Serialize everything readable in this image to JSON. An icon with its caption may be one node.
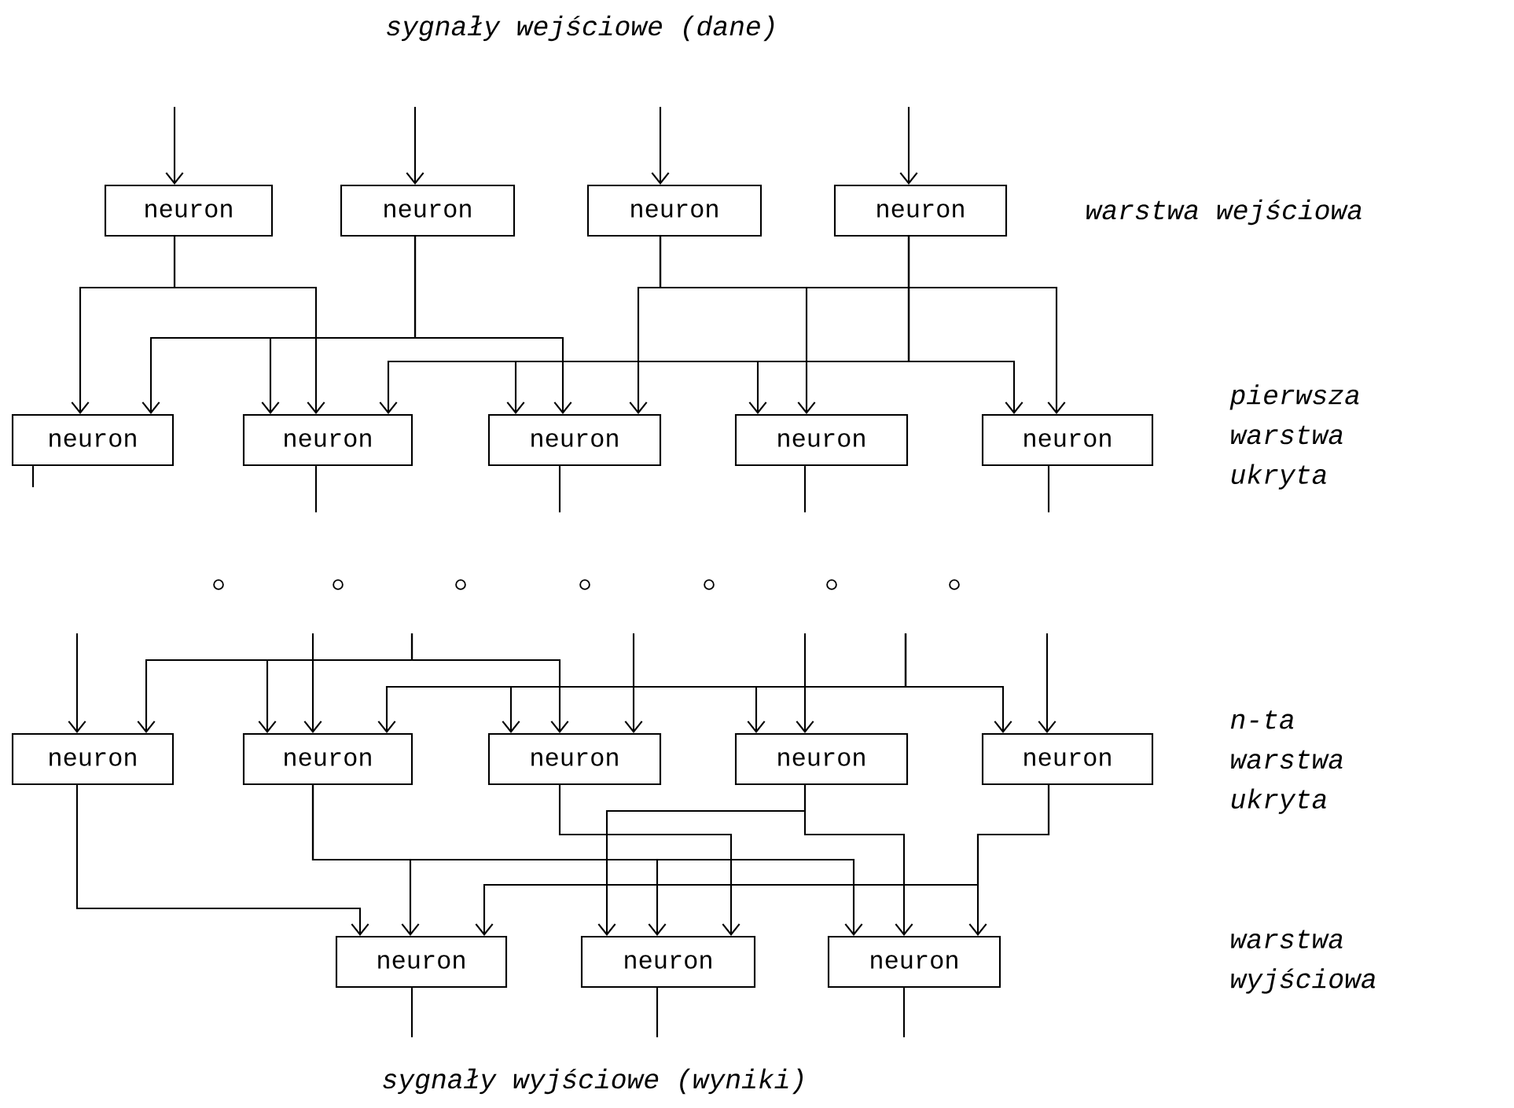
{
  "diagram": {
    "nodes": [
      {
        "text": [
          "neuron"
        ]
      },
      {
        "text": [
          "neuron"
        ]
      },
      {
        "text": [
          "neuron"
        ]
      },
      {
        "text": [
          "neuron"
        ]
      },
      {
        "text": [
          "neuron"
        ]
      },
      {
        "text": [
          "neuron"
        ]
      },
      {
        "text": [
          "neuron"
        ]
      },
      {
        "text": [
          "neuron"
        ]
      },
      {
        "text": [
          "neuron"
        ]
      },
      {
        "text": [
          "neuron"
        ]
      },
      {
        "text": [
          "neuron"
        ]
      },
      {
        "text": [
          "neuron"
        ]
      },
      {
        "text": [
          "neuron"
        ]
      },
      {
        "text": [
          "neuron"
        ]
      },
      {
        "text": [
          "neuron"
        ]
      },
      {
        "text": [
          "neuron"
        ]
      },
      {
        "text": [
          "neuron"
        ]
      }
    ],
    "edges": [
      {
        "from": null,
        "to": 0,
        "arrow": "to"
      },
      {
        "from": null,
        "to": 1,
        "arrow": "to"
      },
      {
        "from": null,
        "to": 2,
        "arrow": "to"
      },
      {
        "from": null,
        "to": 3,
        "arrow": "to"
      },
      {
        "from": 0,
        "to": 4,
        "arrow": "to"
      },
      {
        "from": 0,
        "to": 5,
        "arrow": "to"
      },
      {
        "from": 1,
        "to": 4,
        "arrow": "to"
      },
      {
        "from": 1,
        "to": 5,
        "arrow": "to"
      },
      {
        "from": 1,
        "to": 6,
        "arrow": "to"
      },
      {
        "from": 2,
        "to": 6,
        "arrow": "to"
      },
      {
        "from": 2,
        "to": 7,
        "arrow": "to"
      },
      {
        "from": 2,
        "to": 8,
        "arrow": "to"
      },
      {
        "from": 3,
        "to": 5,
        "arrow": "to"
      },
      {
        "from": 3,
        "to": 6,
        "arrow": "to"
      },
      {
        "from": 3,
        "to": 7,
        "arrow": "to"
      },
      {
        "from": 3,
        "to": 8,
        "arrow": "to"
      },
      {
        "from": 4,
        "to": null,
        "arrow": "none"
      },
      {
        "from": 5,
        "to": null,
        "arrow": "none"
      },
      {
        "from": 6,
        "to": null,
        "arrow": "none"
      },
      {
        "from": 7,
        "to": null,
        "arrow": "none"
      },
      {
        "from": 8,
        "to": null,
        "arrow": "none"
      },
      {
        "from": null,
        "to": 9,
        "arrow": "to"
      },
      {
        "from": null,
        "to": 10,
        "arrow": "to"
      },
      {
        "from": null,
        "to": 9,
        "arrow": "to"
      },
      {
        "from": null,
        "to": 10,
        "arrow": "to"
      },
      {
        "from": null,
        "to": 11,
        "arrow": "to"
      },
      {
        "from": null,
        "to": 11,
        "arrow": "to"
      },
      {
        "from": null,
        "to": 12,
        "arrow": "to"
      },
      {
        "from": null,
        "to": 10,
        "arrow": "to"
      },
      {
        "from": null,
        "to": 11,
        "arrow": "to"
      },
      {
        "from": null,
        "to": 12,
        "arrow": "to"
      },
      {
        "from": null,
        "to": 13,
        "arrow": "to"
      },
      {
        "from": null,
        "to": 13,
        "arrow": "to"
      },
      {
        "from": 9,
        "to": 14,
        "arrow": "to"
      },
      {
        "from": 10,
        "to": 14,
        "arrow": "to"
      },
      {
        "from": 10,
        "to": 15,
        "arrow": "to"
      },
      {
        "from": 10,
        "to": 16,
        "arrow": "to"
      },
      {
        "from": 11,
        "to": 15,
        "arrow": "to"
      },
      {
        "from": 12,
        "to": 15,
        "arrow": "to"
      },
      {
        "from": 12,
        "to": 16,
        "arrow": "to"
      },
      {
        "from": 13,
        "to": 14,
        "arrow": "to"
      },
      {
        "from": 13,
        "to": 16,
        "arrow": "to"
      },
      {
        "from": 14,
        "to": null,
        "arrow": "none"
      },
      {
        "from": 15,
        "to": null,
        "arrow": "none"
      },
      {
        "from": 16,
        "to": null,
        "arrow": "none"
      }
    ],
    "labels": [
      "sygnały wejściowe (dane)",
      "warstwa wejściowa",
      "pierwsza warstwa ukryta",
      "n-ta warstwa ukryta",
      "warstwa wyjściowa",
      "sygnały wyjściowe (wyniki)"
    ]
  }
}
